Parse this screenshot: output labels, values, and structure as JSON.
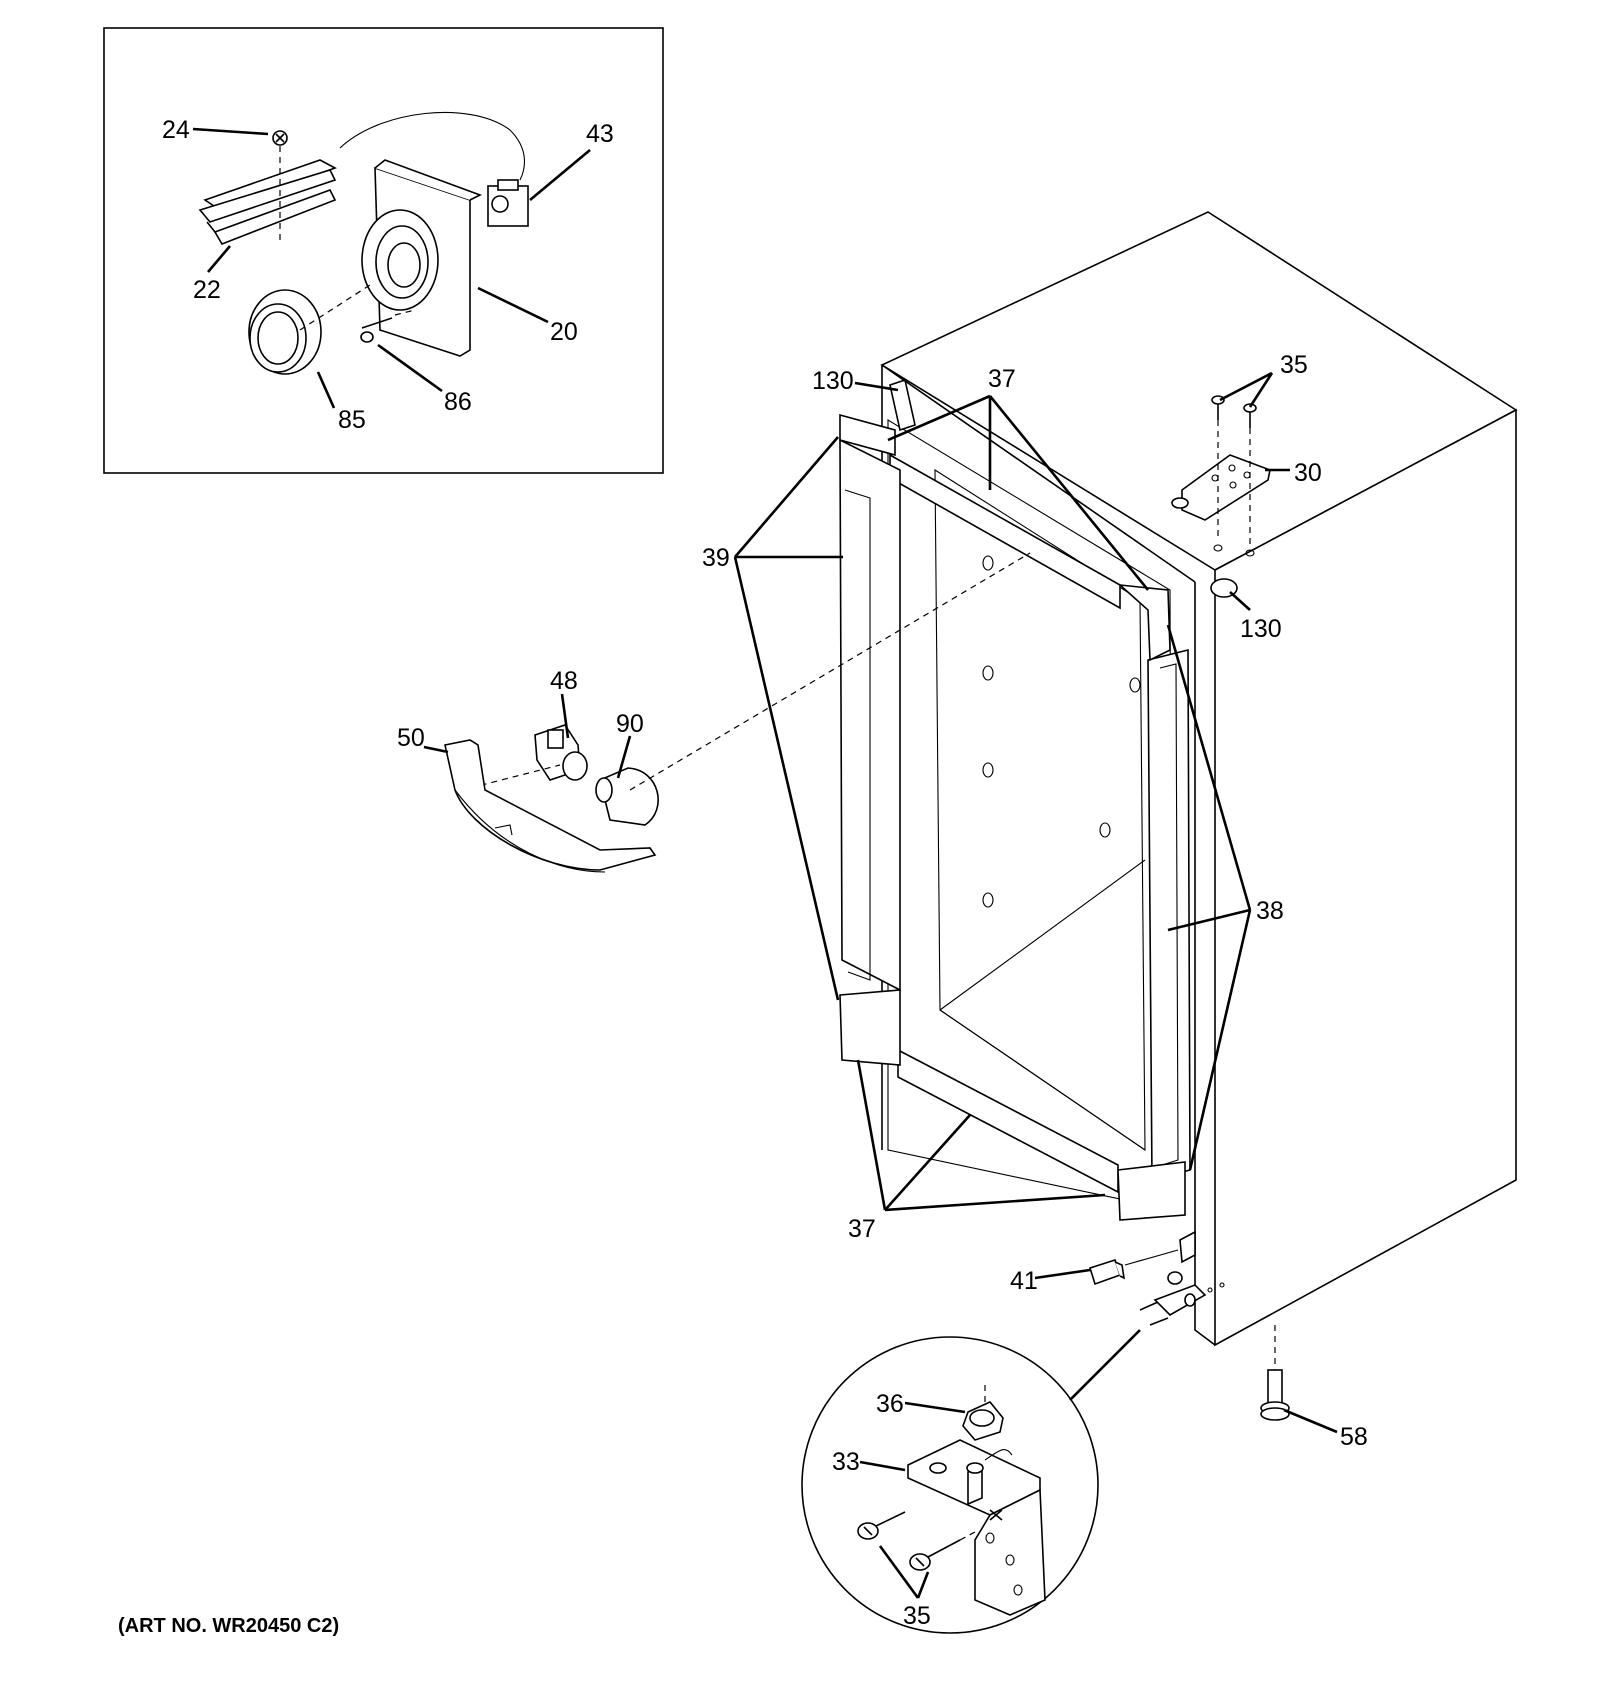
{
  "art_number": "(ART NO. WR20450 C2)",
  "callouts": {
    "c24": "24",
    "c43": "43",
    "c22": "22",
    "c20": "20",
    "c86": "86",
    "c85": "85",
    "c130a": "130",
    "c37a": "37",
    "c35a": "35",
    "c30": "30",
    "c39": "39",
    "c130b": "130",
    "c48": "48",
    "c90": "90",
    "c50": "50",
    "c38": "38",
    "c37b": "37",
    "c41": "41",
    "c36": "36",
    "c33": "33",
    "c58": "58",
    "c35b": "35"
  }
}
